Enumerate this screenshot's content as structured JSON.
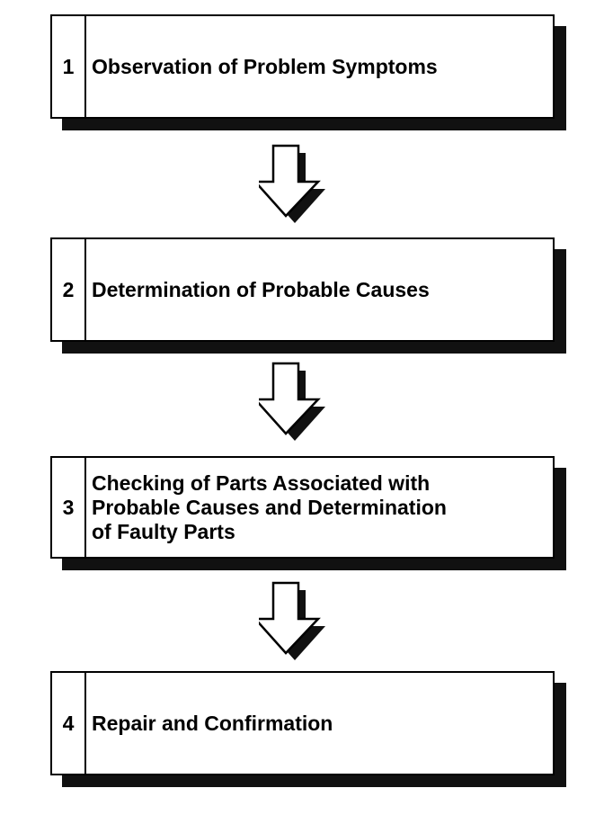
{
  "steps": [
    {
      "number": "1",
      "label": "Observation of Problem Symptoms"
    },
    {
      "number": "2",
      "label": "Determination of Probable Causes"
    },
    {
      "number": "3",
      "label_lines": [
        "Checking of Parts Associated with",
        "Probable Causes and Determination",
        "of Faulty Parts"
      ]
    },
    {
      "number": "4",
      "label": "Repair and Confirmation"
    }
  ],
  "colors": {
    "ink": "#000000",
    "shadow": "#111111",
    "fill": "#ffffff"
  }
}
